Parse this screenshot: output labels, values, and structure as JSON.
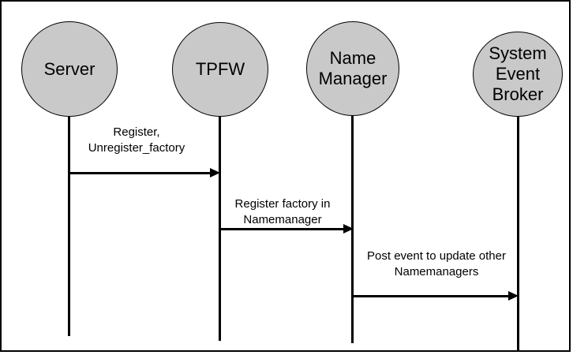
{
  "diagram": {
    "type": "sequence",
    "colors": {
      "background": "#ffffff",
      "node_fill": "#c9c9c9",
      "line": "#000000"
    },
    "actors": [
      {
        "id": "server",
        "label": "Server"
      },
      {
        "id": "tpfw",
        "label": "TPFW"
      },
      {
        "id": "name-manager",
        "label": "Name\nManager"
      },
      {
        "id": "system-event-broker",
        "label": "System\nEvent\nBroker"
      }
    ],
    "messages": [
      {
        "from": "server",
        "to": "tpfw",
        "label": "Register,\nUnregister_factory"
      },
      {
        "from": "tpfw",
        "to": "name-manager",
        "label": "Register factory in\nNamemanager"
      },
      {
        "from": "name-manager",
        "to": "system-event-broker",
        "label": "Post event to update other\nNamemanagers"
      }
    ]
  }
}
